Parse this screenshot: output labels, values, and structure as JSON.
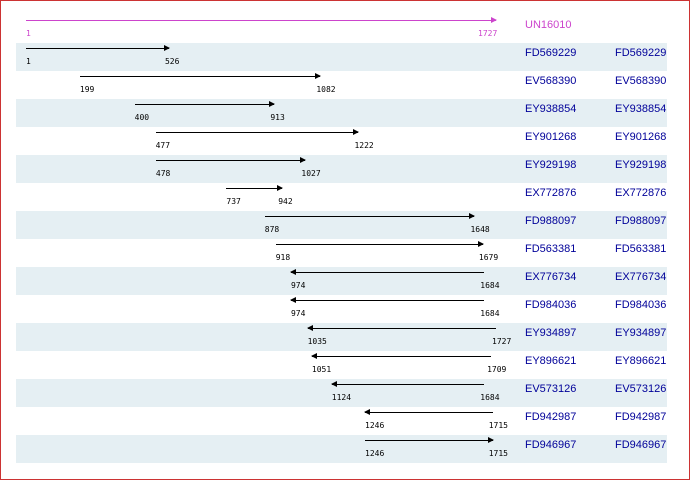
{
  "reference": {
    "id": "UN16010",
    "start": "1",
    "end": "1727"
  },
  "scale": {
    "min": 1,
    "max": 1727
  },
  "alignments": [
    {
      "id": "FD569229",
      "id2": "FD569229",
      "start": 1,
      "end": 526,
      "start_label": "1",
      "end_label": "526",
      "direction": "forward"
    },
    {
      "id": "EV568390",
      "id2": "EV568390",
      "start": 199,
      "end": 1082,
      "start_label": "199",
      "end_label": "1082",
      "direction": "forward"
    },
    {
      "id": "EY938854",
      "id2": "EY938854",
      "start": 400,
      "end": 913,
      "start_label": "400",
      "end_label": "913",
      "direction": "forward"
    },
    {
      "id": "EY901268",
      "id2": "EY901268",
      "start": 477,
      "end": 1222,
      "start_label": "477",
      "end_label": "1222",
      "direction": "forward"
    },
    {
      "id": "EY929198",
      "id2": "EY929198",
      "start": 478,
      "end": 1027,
      "start_label": "478",
      "end_label": "1027",
      "direction": "forward"
    },
    {
      "id": "EX772876",
      "id2": "EX772876",
      "start": 737,
      "end": 942,
      "start_label": "737",
      "end_label": "942",
      "direction": "forward"
    },
    {
      "id": "FD988097",
      "id2": "FD988097",
      "start": 878,
      "end": 1648,
      "start_label": "878",
      "end_label": "1648",
      "direction": "forward"
    },
    {
      "id": "FD563381",
      "id2": "FD563381",
      "start": 918,
      "end": 1679,
      "start_label": "918",
      "end_label": "1679",
      "direction": "forward"
    },
    {
      "id": "EX776734",
      "id2": "EX776734",
      "start": 974,
      "end": 1684,
      "start_label": "974",
      "end_label": "1684",
      "direction": "reverse"
    },
    {
      "id": "FD984036",
      "id2": "FD984036",
      "start": 974,
      "end": 1684,
      "start_label": "974",
      "end_label": "1684",
      "direction": "reverse"
    },
    {
      "id": "EY934897",
      "id2": "EY934897",
      "start": 1035,
      "end": 1727,
      "start_label": "1035",
      "end_label": "1727",
      "direction": "reverse"
    },
    {
      "id": "EY896621",
      "id2": "EY896621",
      "start": 1051,
      "end": 1709,
      "start_label": "1051",
      "end_label": "1709",
      "direction": "reverse"
    },
    {
      "id": "EV573126",
      "id2": "EV573126",
      "start": 1124,
      "end": 1684,
      "start_label": "1124",
      "end_label": "1684",
      "direction": "reverse"
    },
    {
      "id": "FD942987",
      "id2": "FD942987",
      "start": 1246,
      "end": 1715,
      "start_label": "1246",
      "end_label": "1715",
      "direction": "reverse"
    },
    {
      "id": "FD946967",
      "id2": "FD946967",
      "start": 1246,
      "end": 1715,
      "start_label": "1246",
      "end_label": "1715",
      "direction": "forward"
    }
  ],
  "colors": {
    "reference": "#cc44cc",
    "link": "#000099",
    "row_shade": "#e5eff3",
    "frame_border": "#cc3333"
  }
}
